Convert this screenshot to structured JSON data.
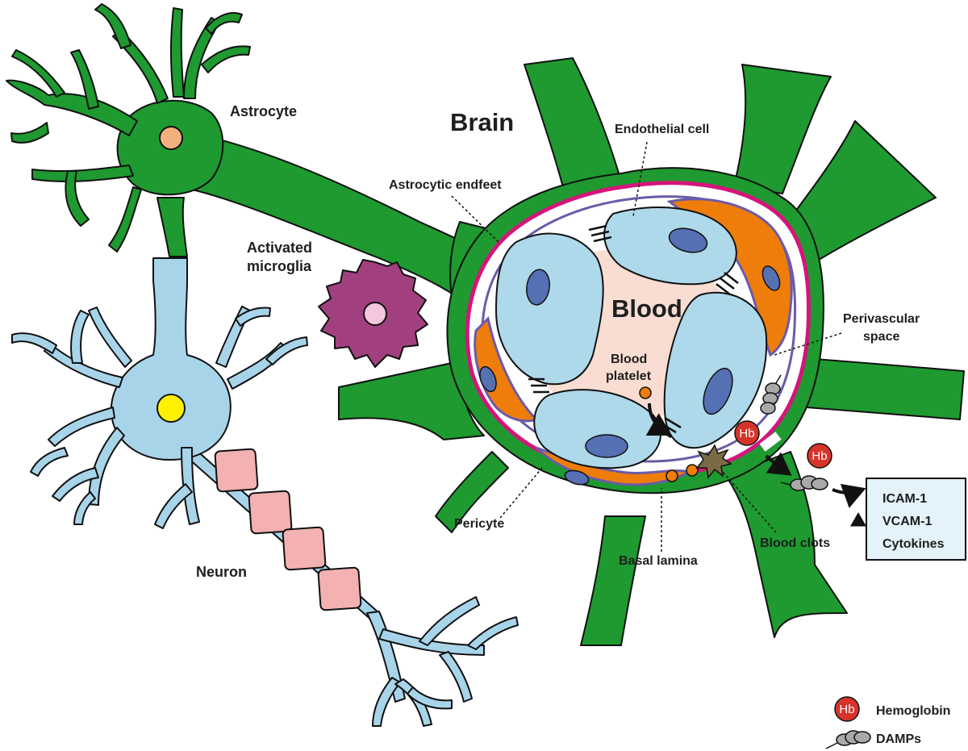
{
  "labels": {
    "astrocyte": "Astrocyte",
    "brain": "Brain",
    "endothelial_cell": "Endothelial cell",
    "astrocytic_endfeet": "Astrocytic endfeet",
    "activated_microglia_1": "Activated",
    "activated_microglia_2": "microglia",
    "blood": "Blood",
    "blood_platelet_1": "Blood",
    "blood_platelet_2": "platelet",
    "perivascular_space_1": "Perivascular",
    "perivascular_space_2": "space",
    "pericyte": "Pericyte",
    "basal_lamina": "Basal lamina",
    "blood_clots": "Blood clots",
    "neuron": "Neuron"
  },
  "hb_symbol": "Hb",
  "markers_box": [
    "ICAM-1",
    "VCAM-1",
    "Cytokines"
  ],
  "legend": {
    "hemoglobin": "Hemoglobin",
    "damps": "DAMPs"
  },
  "colors": {
    "astrocyte_green": "#1e9a30",
    "endothelial_blue": "#aed9ea",
    "nucleus_blue": "#5570b3",
    "pericyte_orange": "#ee7d0a",
    "blood_peach": "#f9ddd2",
    "basal_lamina_magenta": "#d4157b",
    "membrane_purple": "#6b5ba8",
    "microglia_purple": "#a2407f",
    "neuron_blue": "#a8d4ea",
    "myelin_pink": "#f3b1b1",
    "hemoglobin_red": "#d6342a",
    "damps_gray": "#a9a9a9",
    "box_fill": "#e4f2f9"
  }
}
